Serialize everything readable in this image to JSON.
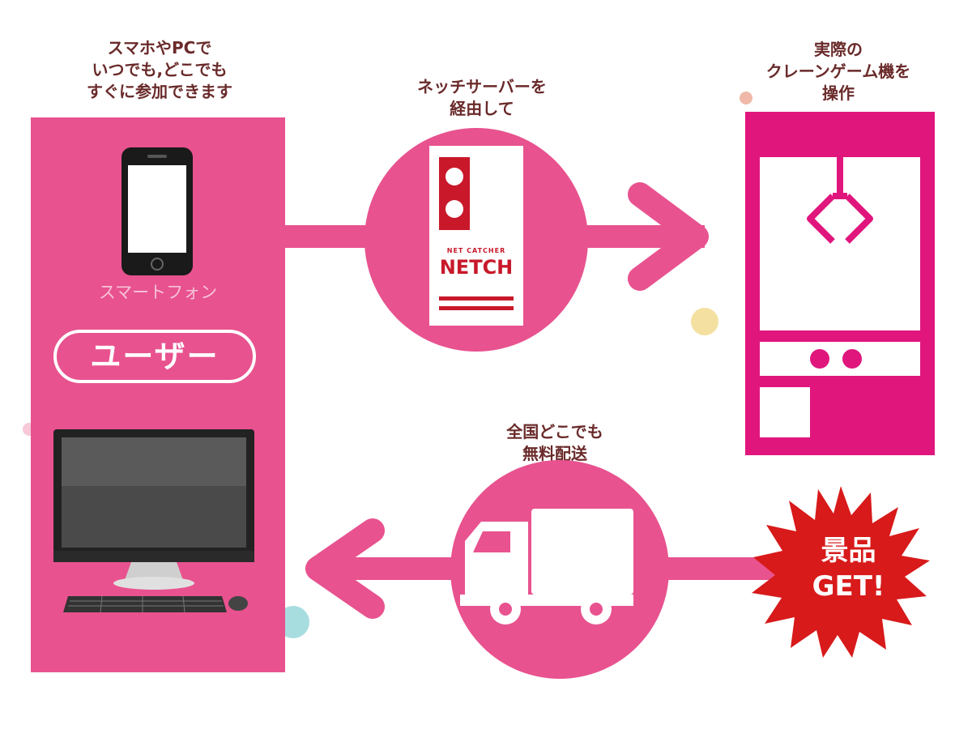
{
  "captions": {
    "user_top": "スマホやPCで\nいつでも,どこでも\nすぐに参加できます",
    "server": "ネッチサーバーを\n経由して",
    "crane": "実際の\nクレーンゲーム機を\n操作",
    "delivery": "全国どこでも\n無料配送"
  },
  "user_panel": {
    "phone_label": "スマートフォン",
    "badge_label": "ユーザー"
  },
  "server_card": {
    "brand_sub": "NET CATCHER",
    "brand_name": "NETCH"
  },
  "prize": {
    "label": "景品\nGET!"
  },
  "colors": {
    "pink": "#e8528f",
    "magenta": "#e0167d",
    "red_burst": "#d81a1a",
    "caption_text": "#6a2a2a",
    "netch_red": "#c8182a"
  },
  "icons": [
    "smartphone-icon",
    "desktop-pc-icon",
    "server-icon",
    "crane-game-icon",
    "claw-icon",
    "truck-icon",
    "prize-burst-icon",
    "arrow-right-icon",
    "arrow-left-icon"
  ]
}
